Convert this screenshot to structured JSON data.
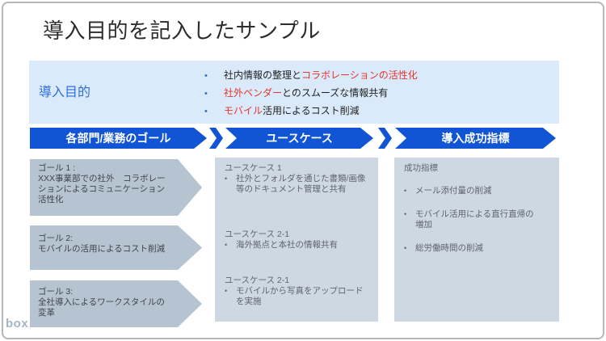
{
  "page": {
    "title": "導入目的を記入したサンプル",
    "logo": "box"
  },
  "icons": {
    "bullet": "•"
  },
  "colors": {
    "header_blue": "#1155d4",
    "label_blue": "#2d6fd8",
    "highlight_red": "#e5352a",
    "purpose_bg": "#daeafa",
    "goal_arrow_bg": "#b6c4d2",
    "panel_bg": "#cdd8e2",
    "logo_blue": "#a4b7c6"
  },
  "purpose": {
    "label": "導入目的",
    "bullets": [
      {
        "pre": "社内情報の整理と",
        "red": "コラボレーションの活性化",
        "post": ""
      },
      {
        "pre": "",
        "red": "社外ベンダー",
        "post": "とのスムーズな情報共有"
      },
      {
        "pre": "",
        "red": "モバイル",
        "post": "活用によるコスト削減"
      }
    ]
  },
  "flow_headers": {
    "goals": "各部門/業務のゴール",
    "usecases": "ユースケース",
    "metrics": "導入成功指標"
  },
  "goals": [
    {
      "title": "ゴール 1 :",
      "body": "XXX事業部での社外　コラボレーションによるコミュニケーション活性化"
    },
    {
      "title": "ゴール 2:",
      "body": "モバイルの活用によるコスト削減"
    },
    {
      "title": "ゴール 3:",
      "body": "全社導入によるワークスタイルの変革"
    }
  ],
  "usecases": [
    {
      "title": "ユースケース 1",
      "items": [
        "社外とフォルダを通じた書類/画像等のドキュメント管理と共有"
      ]
    },
    {
      "title": "ユースケース 2-1",
      "items": [
        "海外拠点と本社の情報共有"
      ]
    },
    {
      "title": "ユースケース 2-1",
      "items": [
        "モバイルから写真をアップロードを実施"
      ]
    }
  ],
  "metrics": {
    "title": "成功指標",
    "items": [
      "メール添付量の削減",
      "モバイル活用による直行直帰の増加",
      "総労働時間の削減"
    ]
  }
}
